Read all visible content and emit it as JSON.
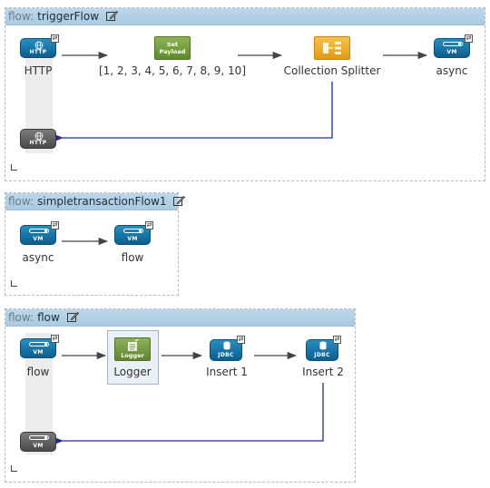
{
  "flows": [
    {
      "keyword": "flow:",
      "name": "triggerFlow",
      "nodes": {
        "http_source": {
          "badge": "HTTP",
          "label": "HTTP",
          "icon": "globe-icon"
        },
        "set_payload": {
          "badge": "Set\nPayload",
          "label": "[1, 2, 3, 4, 5, 6, 7, 8, 9, 10]"
        },
        "collection_splitter": {
          "label": "Collection Splitter"
        },
        "vm_async": {
          "badge": "VM",
          "label": "async"
        },
        "http_response": {
          "badge": "HTTP"
        }
      }
    },
    {
      "keyword": "flow:",
      "name": "simpletransactionFlow1",
      "nodes": {
        "vm_source": {
          "badge": "VM",
          "label": "async"
        },
        "vm_target": {
          "badge": "VM",
          "label": "flow"
        }
      }
    },
    {
      "keyword": "flow:",
      "name": "flow",
      "nodes": {
        "vm_source": {
          "badge": "VM",
          "label": "flow"
        },
        "logger": {
          "badge": "Logger",
          "label": "Logger"
        },
        "jdbc_insert1": {
          "badge": "JDBC",
          "label": "Insert 1"
        },
        "jdbc_insert2": {
          "badge": "JDBC",
          "label": "Insert 2"
        },
        "vm_response": {
          "badge": "VM"
        }
      }
    }
  ],
  "colors": {
    "header": "#a9cae2",
    "connector": "#444444",
    "response_line": "#1f2a9c",
    "vm_blue": "#0b5e8d",
    "payload_green": "#6f9a3b",
    "splitter_orange": "#e9a92a"
  }
}
